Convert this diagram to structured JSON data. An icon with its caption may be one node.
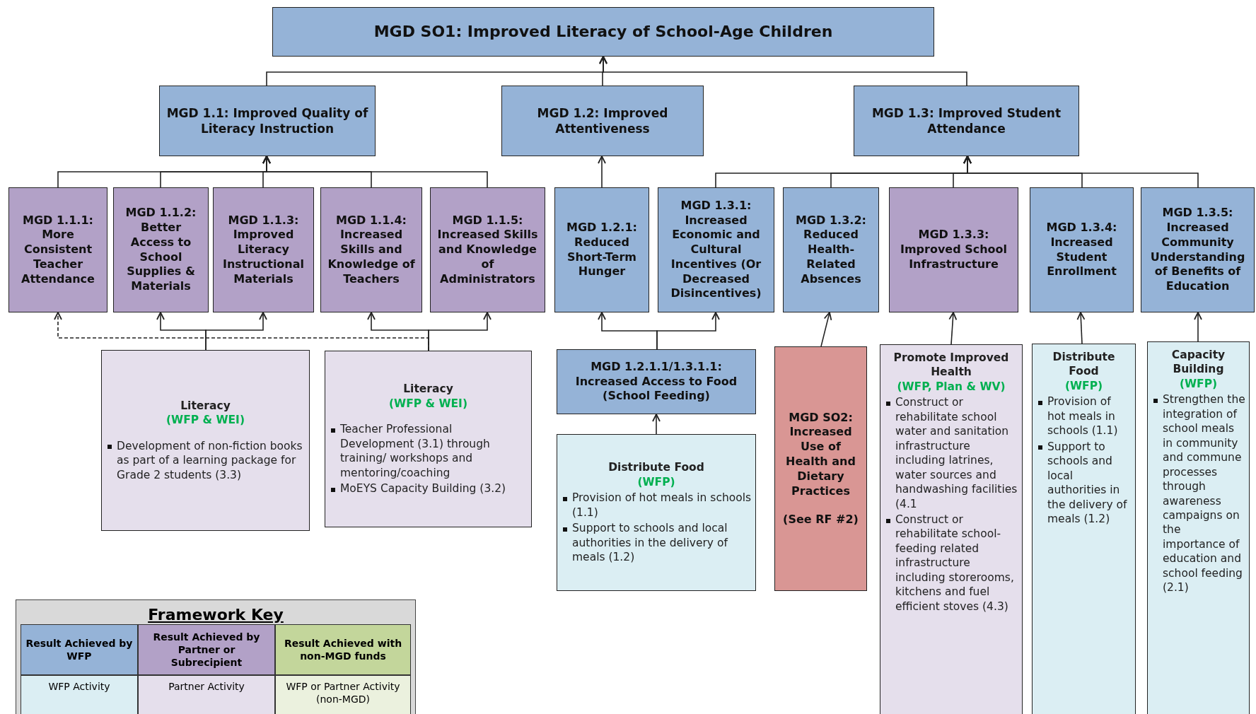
{
  "diagram": {
    "nodes": [
      {
        "text": [
          "MGD SO1: Improved Literacy of School-Age Children"
        ]
      },
      {
        "text": [
          "MGD 1.1: Improved Quality of Literacy Instruction"
        ]
      },
      {
        "text": [
          "MGD 1.2: Improved Attentiveness"
        ]
      },
      {
        "text": [
          "MGD 1.3: Improved  Student Attendance"
        ]
      },
      {
        "text": [
          "MGD 1.1.1: More Consistent Teacher Attendance"
        ]
      },
      {
        "text": [
          "MGD 1.1.2: Better Access to School Supplies & Materials"
        ]
      },
      {
        "text": [
          "MGD 1.1.3: Improved Literacy Instructional Materials"
        ]
      },
      {
        "text": [
          "MGD 1.1.4: Increased Skills and Knowledge of Teachers"
        ]
      },
      {
        "text": [
          "MGD 1.1.5: Increased Skills and Knowledge of Administrators"
        ]
      },
      {
        "text": [
          "MGD 1.2.1: Reduced Short-Term Hunger"
        ]
      },
      {
        "text": [
          "MGD 1.3.1: Increased Economic and Cultural Incentives (Or Decreased Disincentives)"
        ]
      },
      {
        "text": [
          "MGD 1.3.2: Reduced Health-Related Absences"
        ]
      },
      {
        "text": [
          "MGD 1.3.3: Improved School Infrastructure"
        ]
      },
      {
        "text": [
          "MGD 1.3.4: Increased Student Enrollment"
        ]
      },
      {
        "text": [
          "MGD 1.3.5: Increased Community Understanding of Benefits of Education"
        ]
      },
      {
        "text": [
          "Literacy",
          "(WFP & WEI)",
          "Development of non-fiction books as part of a learning package for Grade 2 students (3.3)"
        ]
      },
      {
        "text": [
          "Literacy",
          "(WFP & WEI)",
          "Teacher Professional Development (3.1) through training/ workshops and mentoring/coaching",
          "MoEYS Capacity Building (3.2)"
        ]
      },
      {
        "text": [
          "MGD 1.2.1.1/1.3.1.1: Increased Access to Food (School Feeding)"
        ]
      },
      {
        "text": [
          "Distribute Food",
          "(WFP)",
          "Provision of hot meals in schools  (1.1)",
          "Support to schools and local authorities in the delivery of meals (1.2)"
        ]
      },
      {
        "text": [
          "MGD SO2: Increased Use of Health and Dietary Practices",
          "(See RF #2)"
        ]
      },
      {
        "text": [
          "Promote Improved Health",
          "(WFP, Plan & WV)",
          "Construct or rehabilitate school  water and sanitation infrastructure including latrines, water sources and handwashing facilities (4.1",
          "Construct or rehabilitate school-feeding related infrastructure including storerooms, kitchens and fuel efficient stoves (4.3)"
        ]
      },
      {
        "text": [
          "Distribute Food",
          "(WFP)",
          "Provision of hot meals in schools (1.1)",
          "Support to schools and local authorities in the delivery of meals (1.2)"
        ]
      },
      {
        "text": [
          "Capacity Building",
          "(WFP)",
          "Strengthen the integration of school meals in community and commune processes through awareness campaigns on the importance of education and school feeding (2.1)"
        ]
      }
    ],
    "edges": [
      {
        "from": 1,
        "to": 0,
        "arrow": "to"
      },
      {
        "from": 2,
        "to": 0,
        "arrow": "to"
      },
      {
        "from": 3,
        "to": 0,
        "arrow": "to"
      },
      {
        "from": 4,
        "to": 1,
        "arrow": "to"
      },
      {
        "from": 5,
        "to": 1,
        "arrow": "to"
      },
      {
        "from": 6,
        "to": 1,
        "arrow": "to"
      },
      {
        "from": 7,
        "to": 1,
        "arrow": "to"
      },
      {
        "from": 8,
        "to": 1,
        "arrow": "to"
      },
      {
        "from": 9,
        "to": 2,
        "arrow": "to"
      },
      {
        "from": 10,
        "to": 3,
        "arrow": "to"
      },
      {
        "from": 11,
        "to": 3,
        "arrow": "to"
      },
      {
        "from": 12,
        "to": 3,
        "arrow": "to"
      },
      {
        "from": 13,
        "to": 3,
        "arrow": "to"
      },
      {
        "from": 14,
        "to": 3,
        "arrow": "to"
      },
      {
        "from": 15,
        "to": 5,
        "arrow": "to"
      },
      {
        "from": 15,
        "to": 6,
        "arrow": "to"
      },
      {
        "from": 16,
        "to": 7,
        "arrow": "to"
      },
      {
        "from": 16,
        "to": 8,
        "arrow": "to"
      },
      {
        "from": 16,
        "to": 4,
        "arrow": "to",
        "style": "dashed"
      },
      {
        "from": 17,
        "to": 9,
        "arrow": "to"
      },
      {
        "from": 17,
        "to": 10,
        "arrow": "to"
      },
      {
        "from": 18,
        "to": 17,
        "arrow": "to"
      },
      {
        "from": 19,
        "to": 11,
        "arrow": "to"
      },
      {
        "from": 20,
        "to": 12,
        "arrow": "to"
      },
      {
        "from": 21,
        "to": 13,
        "arrow": "to"
      },
      {
        "from": 22,
        "to": 14,
        "arrow": "to"
      }
    ],
    "labels": [
      "Framework Key"
    ],
    "legend": [
      {
        "text": "Result Achieved by WFP",
        "color": "#95b3d7"
      },
      {
        "text": "Result Achieved by Partner or Subrecipient",
        "color": "#b2a1c7"
      },
      {
        "text": "Result Achieved with non-MGD funds",
        "color": "#c3d69b"
      },
      {
        "text": "WFP Activity",
        "color": "#dbeef3"
      },
      {
        "text": "Partner Activity",
        "color": "#e5dfec"
      },
      {
        "text": "WFP or Partner Activity (non-MGD)",
        "color": "#ebf1de"
      }
    ]
  }
}
